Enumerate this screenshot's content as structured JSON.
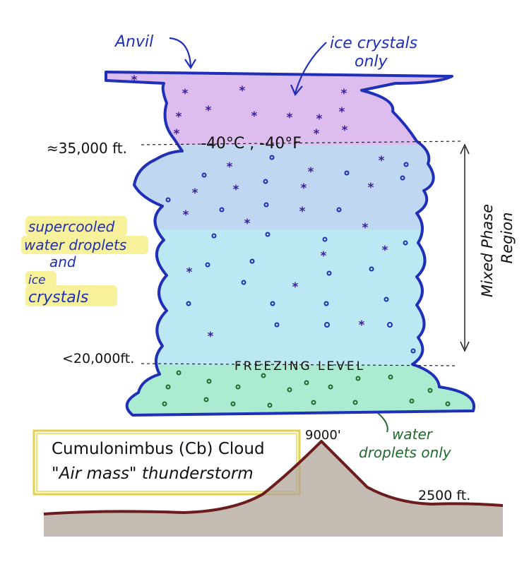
{
  "labels": {
    "anvil": "Anvil",
    "ice_crystals_line1": "ice crystals",
    "ice_crystals_line2": "only",
    "altitude_top": "≈35,000 ft.",
    "temperature": "-40°C , -40°F",
    "supercooled_line1": "supercooled",
    "supercooled_line2": "water droplets",
    "supercooled_line3": "and",
    "supercooled_line4": "ice",
    "supercooled_line5": "crystals",
    "mixed_phase_line1": "Mixed Phase",
    "mixed_phase_line2": "Region",
    "altitude_freezing": "<20,000ft.",
    "freezing_level": "FREEZING LEVEL",
    "water_only_line1": "water",
    "water_only_line2": "droplets only",
    "title_line1": "Cumulonimbus (Cb) Cloud",
    "title_line2": "\"Air mass\" thunderstorm",
    "peak_height": "9000'",
    "ground_height": "2500 ft."
  },
  "colors": {
    "cloud_outline": "#1f2fb8",
    "ice_zone": "#cfa6e6",
    "mixed_zone": "#a9e3ef",
    "water_zone": "#9fe6c4",
    "ink_blue": "#1f2fb8",
    "ink_purple": "#5a1f8f",
    "ink_green": "#1f6b2c",
    "highlight_yellow": "#f6ef8a",
    "box_yellow": "#e8d84a",
    "mountain_fill": "#a59a90",
    "mountain_outline": "#6b1d1d",
    "dashed_line": "#222222"
  }
}
